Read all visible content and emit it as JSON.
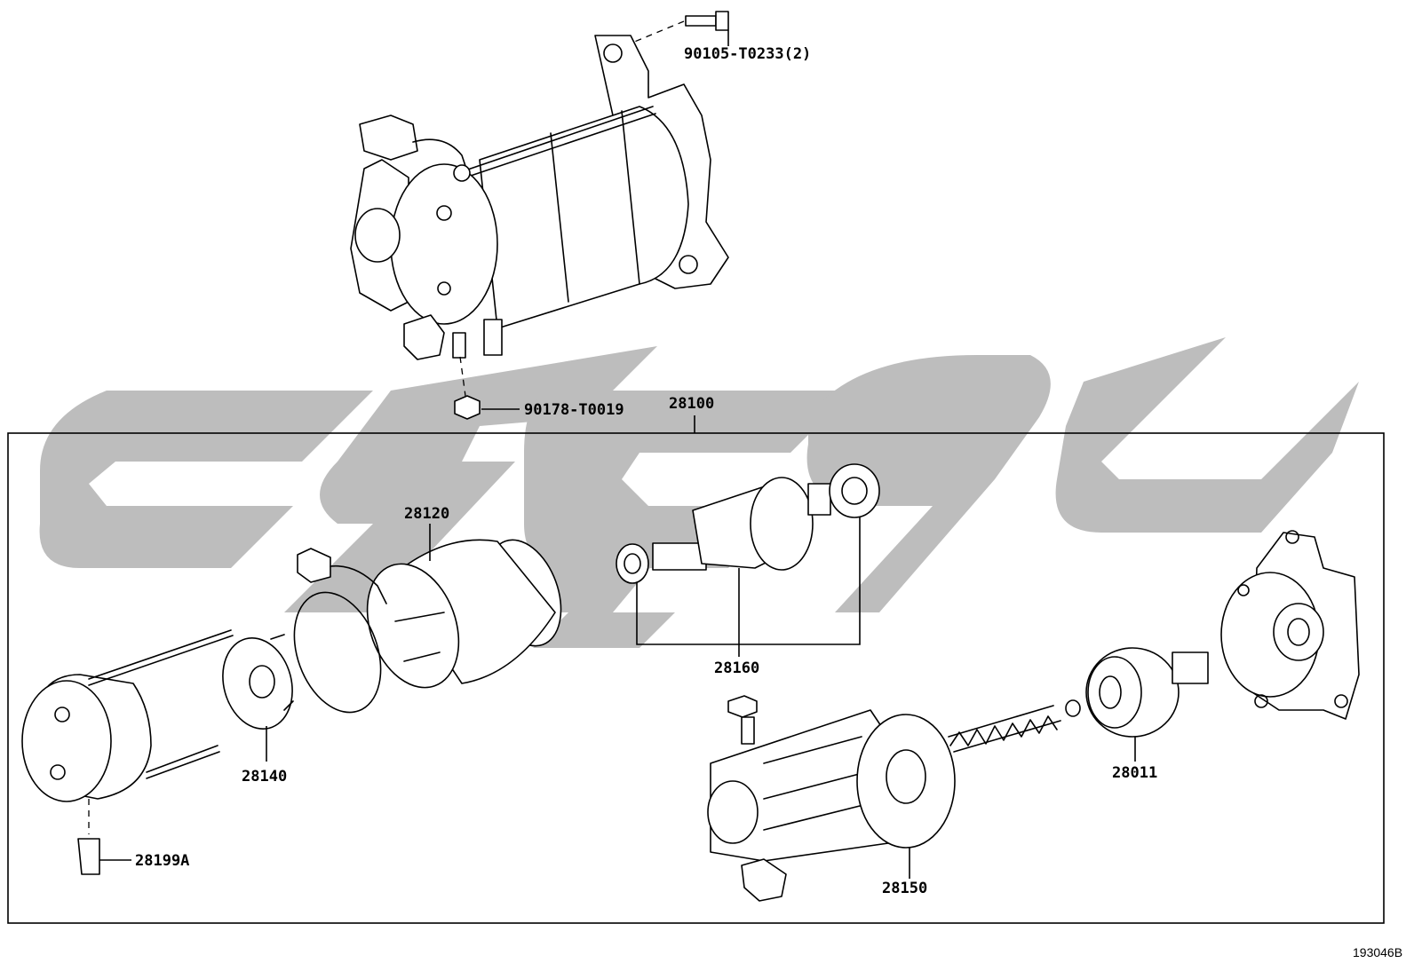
{
  "diagram": {
    "ref_code": "193046B",
    "callouts": [
      {
        "id": "bolt",
        "text": "90105-T0233(2)"
      },
      {
        "id": "nut",
        "text": "90178-T0019"
      },
      {
        "id": "assembly",
        "text": "28100"
      },
      {
        "id": "yoke",
        "text": "28120"
      },
      {
        "id": "brush-holder",
        "text": "28140"
      },
      {
        "id": "armature",
        "text": "28160"
      },
      {
        "id": "terminal",
        "text": "28199A"
      },
      {
        "id": "clutch",
        "text": "28011"
      },
      {
        "id": "switch",
        "text": "28150"
      }
    ]
  }
}
